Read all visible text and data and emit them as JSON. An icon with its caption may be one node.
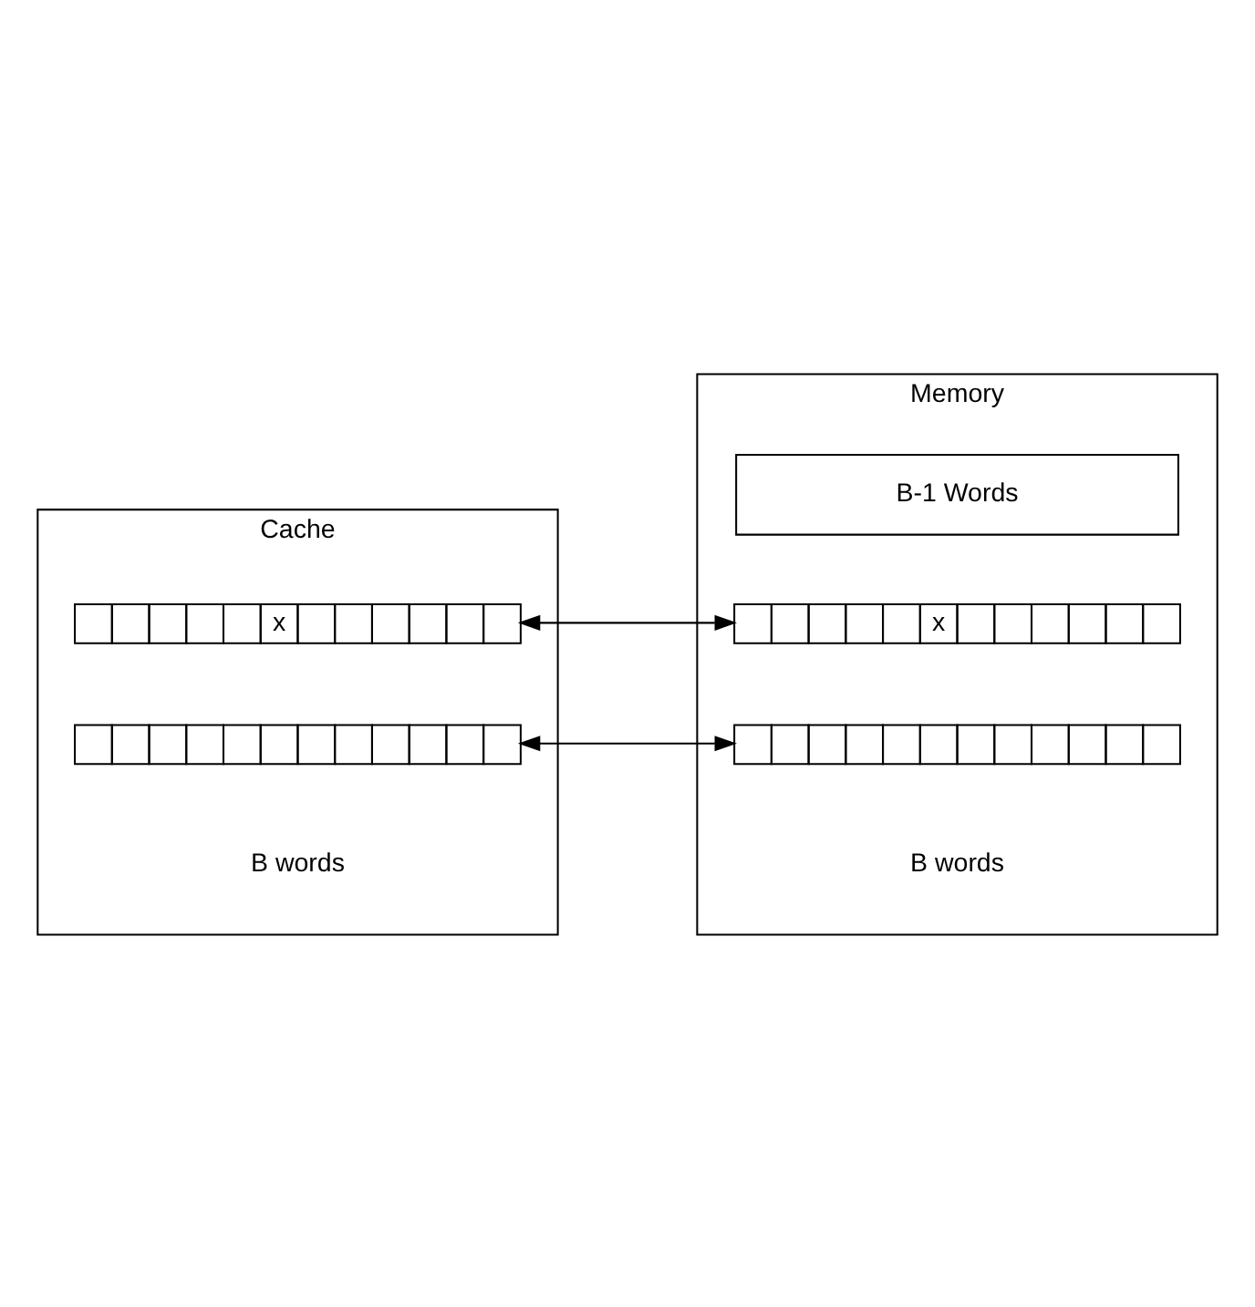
{
  "diagram": {
    "nodes": [
      {
        "text": [
          "Cache"
        ],
        "beside": [
          "B words"
        ]
      },
      {
        "text": [
          "x"
        ],
        "in": 0
      },
      {
        "text": [],
        "shape": "bar",
        "in": 0
      },
      {
        "text": [
          "Memory"
        ],
        "beside": [
          "B words"
        ]
      },
      {
        "text": [
          "B-1 Words"
        ],
        "in": 3
      },
      {
        "text": [],
        "shape": "bar",
        "in": 3
      },
      {
        "text": [
          "x"
        ],
        "in": 3
      }
    ],
    "edges": [
      {
        "from": 1,
        "to": 6,
        "arrow": "both"
      },
      {
        "from": 2,
        "to": 5,
        "arrow": "both"
      }
    ]
  }
}
